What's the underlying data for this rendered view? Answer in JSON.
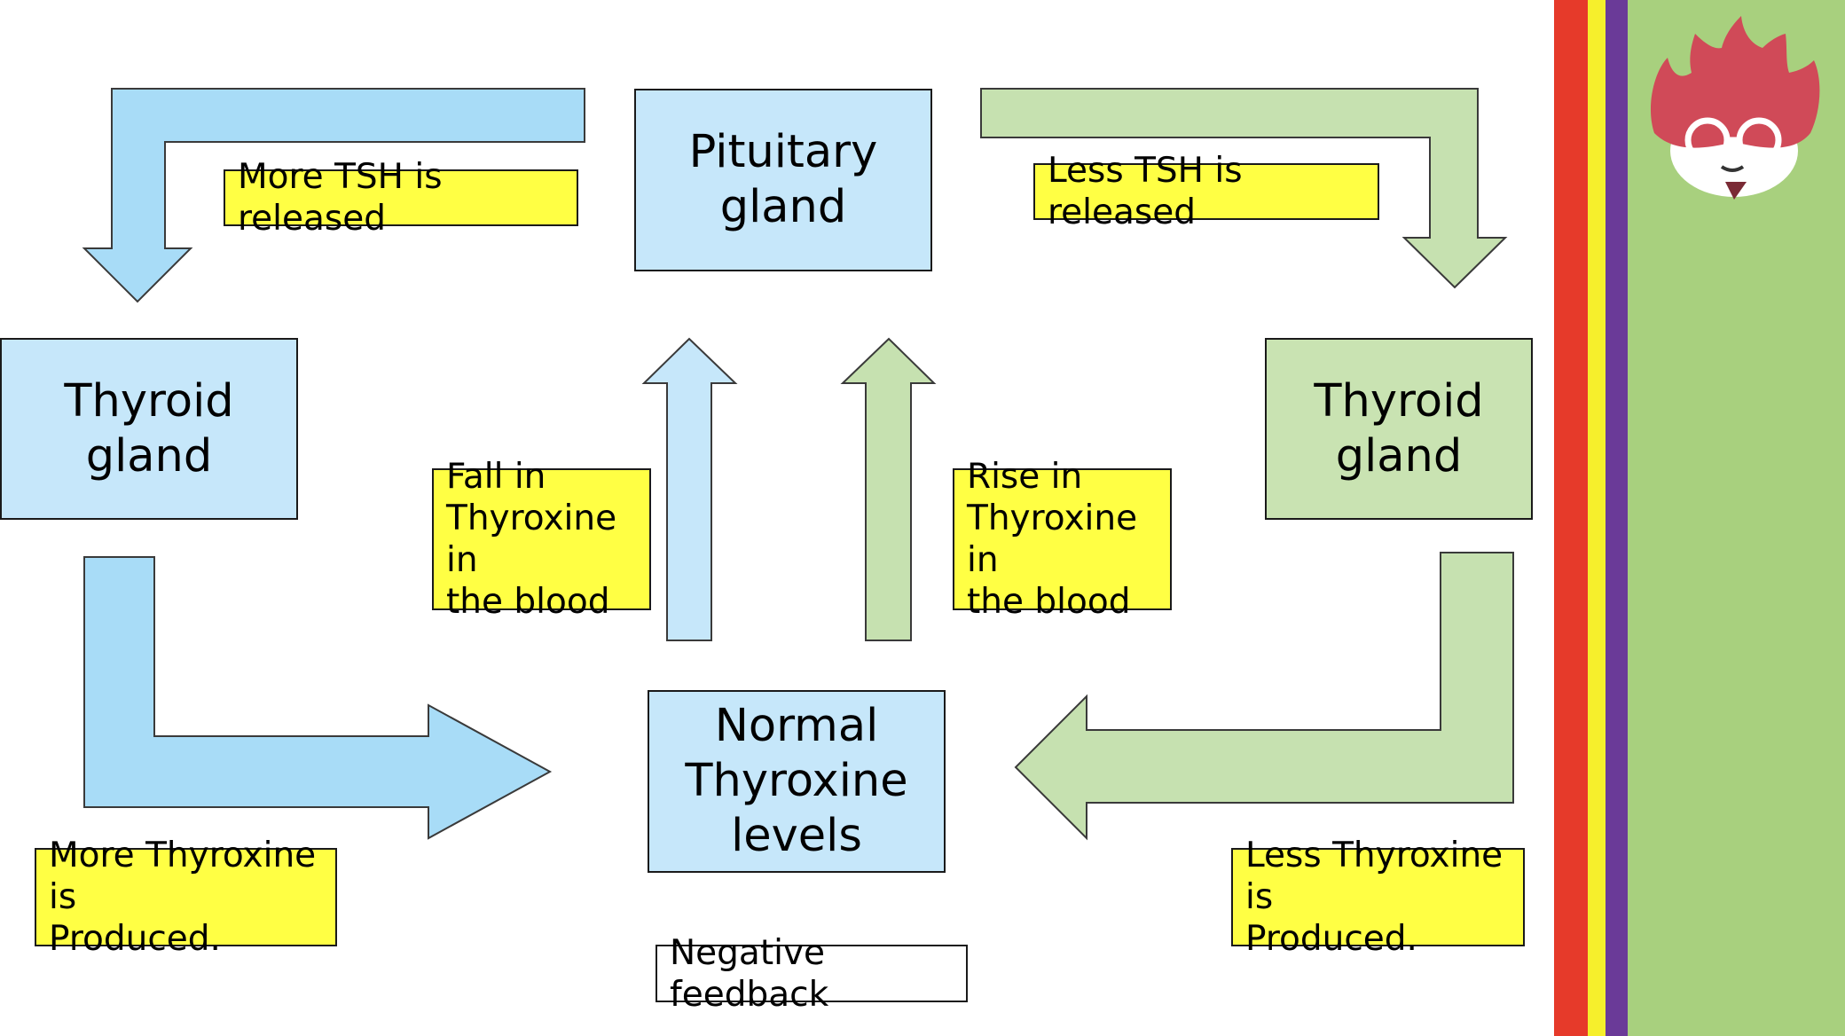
{
  "boxes": {
    "pituitary": "Pituitary\ngland",
    "thyroid_left": "Thyroid\ngland",
    "thyroid_right": "Thyroid\ngland",
    "normal": "Normal\nThyroxine\nlevels"
  },
  "labels": {
    "more_tsh": "More TSH is released",
    "less_tsh": "Less TSH is released",
    "fall": "Fall in\nThyroxine in\nthe blood",
    "rise": "Rise in\nThyroxine in\nthe blood",
    "more_thyroxine": "More Thyroxine is\nProduced.",
    "less_thyroxine": "Less Thyroxine is\nProduced.",
    "negative_feedback": "Negative feedback"
  },
  "colors": {
    "blue_arrow": "#a8dcf7",
    "green_arrow": "#c6e1b0",
    "blue_box": "#c6e7fa",
    "green_box": "#c9e3b2",
    "label_yellow": "#ffff44",
    "stripe_red": "#e63a2a",
    "stripe_yellow": "#f6ef2c",
    "stripe_purple": "#6a3a98",
    "side_green": "#a8d07e",
    "mascot_red": "#d04a58"
  },
  "mascot": {
    "icon": "mascot-head-with-glasses-icon"
  }
}
